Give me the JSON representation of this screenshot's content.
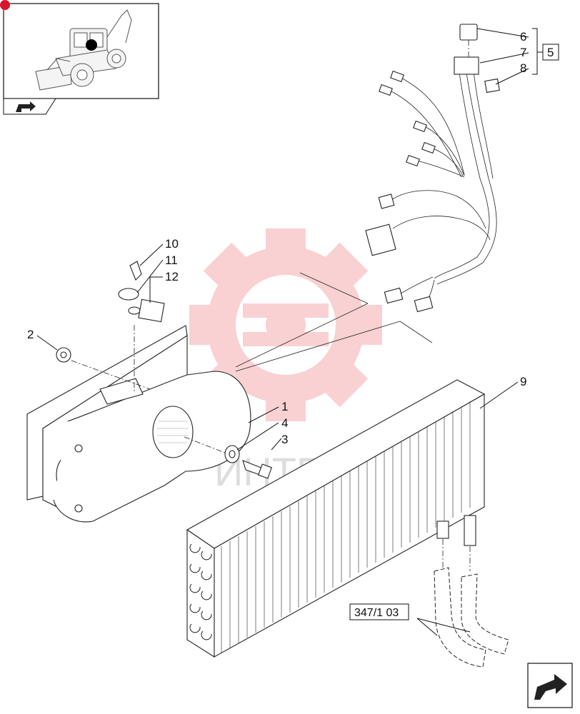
{
  "diagram": {
    "labels": {
      "1": "1",
      "2": "2",
      "3": "3",
      "4": "4",
      "5": "5",
      "6": "6",
      "7": "7",
      "8": "8",
      "9": "9",
      "10": "10",
      "11": "11",
      "12": "12"
    },
    "reference": "347/1 03",
    "watermark_text": "ИНТЕР",
    "colors": {
      "line": "#222222",
      "watermark": "#e8323a",
      "badge": "#d9142b"
    },
    "icons": {
      "thumbnail": "backhoe-loader-thumbnail",
      "prev_nav": "page-turn-arrow-icon",
      "next_nav": "page-turn-arrow-icon"
    }
  }
}
